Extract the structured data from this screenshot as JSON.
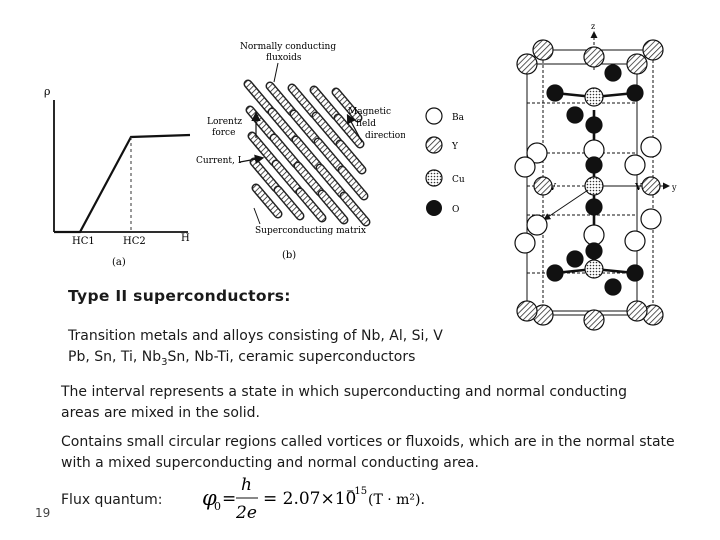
{
  "figure_a": {
    "y_axis_symbol": "ρ",
    "hc1": "HC1",
    "hc2": "HC2",
    "h_axis": "H",
    "panel_label": "(a)"
  },
  "figure_b": {
    "fluxoids_label_line1": "Normally conducting",
    "fluxoids_label_line2": "fluxoids",
    "lorentz_line1": "Lorentz",
    "lorentz_line2": "force",
    "current_label": "Current, I",
    "field_line1": "Magnetic",
    "field_line2": "field",
    "field_line3": "direction",
    "matrix_label": "Superconducting matrix",
    "panel_label": "(b)"
  },
  "legend": [
    {
      "label": "Ba",
      "style": "open"
    },
    {
      "label": "Y",
      "style": "hatched"
    },
    {
      "label": "Cu",
      "style": "dotted"
    },
    {
      "label": "O",
      "style": "filled"
    }
  ],
  "crystal": {
    "z_label": "z",
    "y_label": "y",
    "x_label": "x",
    "v_left": "V",
    "v_right": "V"
  },
  "text": {
    "heading": "Type II superconductors:",
    "metals_line1": "Transition metals and alloys consisting of Nb, Al, Si, V",
    "metals_line2_a": "Pb, Sn, Ti, Nb",
    "metals_line2_sub": "3",
    "metals_line2_b": "Sn, Nb-Ti, ceramic superconductors",
    "interval_line1": "The interval represents a state in which superconducting and normal conducting",
    "interval_line2": "areas  are mixed in the solid.",
    "vortices_line1": "Contains small circular regions called vortices or fluxoids, which are in the normal state",
    "vortices_line2": "with a mixed superconducting and normal conducting area.",
    "flux_label": "Flux quantum:",
    "slide_number": "19"
  },
  "formula": {
    "phi": "φ",
    "phi_sub": "0",
    "equals": "=",
    "numerator": "h",
    "denominator": "2e",
    "rhs": "= 2.07×10",
    "exponent": "−15",
    "units": "(T · m²)."
  }
}
